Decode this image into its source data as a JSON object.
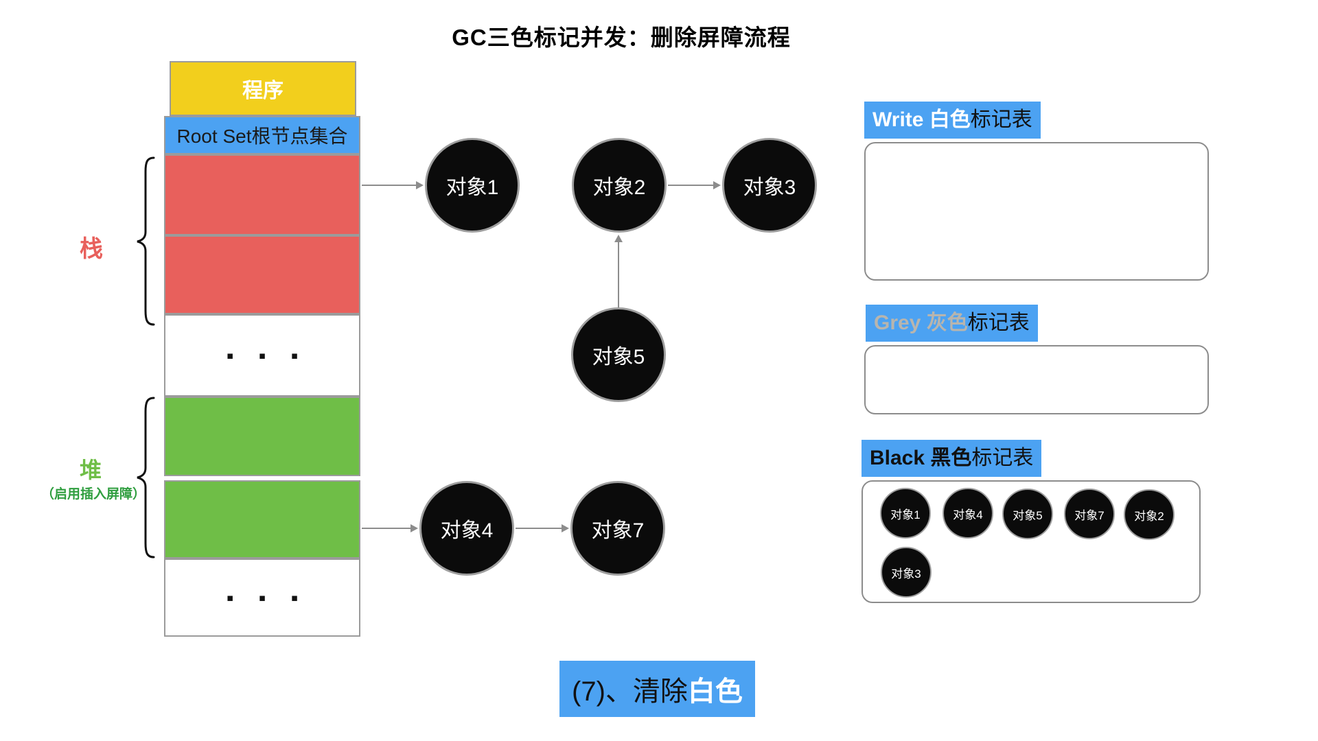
{
  "title": "GC三色标记并发：删除屏障流程",
  "memory": {
    "program_label": "程序",
    "root_set_label": "Root Set根节点集合",
    "stack_label": "栈",
    "heap_label": "堆",
    "heap_note": "（启用插入屏障）",
    "ellipsis": "▪ ▪ ▪"
  },
  "graph": {
    "nodes": [
      {
        "label": "对象1"
      },
      {
        "label": "对象2"
      },
      {
        "label": "对象3"
      },
      {
        "label": "对象5"
      },
      {
        "label": "对象4"
      },
      {
        "label": "对象7"
      }
    ]
  },
  "tables": {
    "white": {
      "title_strong": "Write 白色",
      "title_rest": "标记表"
    },
    "grey": {
      "title_strong": "Grey 灰色",
      "title_rest": "标记表"
    },
    "black": {
      "title_strong": "Black 黑色",
      "title_rest": "标记表",
      "items": [
        "对象1",
        "对象4",
        "对象5",
        "对象7",
        "对象2",
        "对象3"
      ]
    }
  },
  "caption": {
    "prefix": "(7)、清除",
    "highlight": "白色"
  },
  "colors": {
    "accent_blue": "#4CA2F2",
    "stack_red": "#E8605C",
    "heap_green": "#6FBE47",
    "heap_note_green": "#2F9E3F",
    "program_yellow": "#F2CF1D",
    "node_black": "#0B0B0B",
    "arrow_grey": "#8C8C8C"
  }
}
